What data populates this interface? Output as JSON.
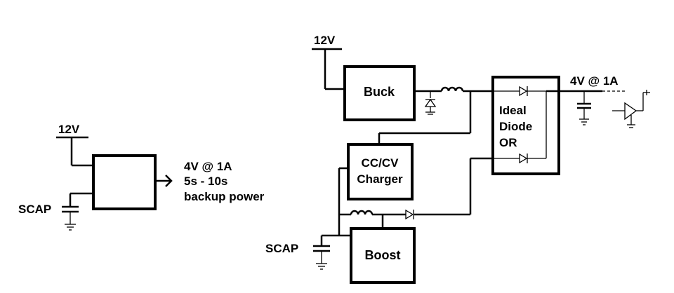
{
  "left": {
    "input_label": "12V",
    "cap_label": "SCAP",
    "output_lines": [
      "4V @ 1A",
      "5s - 10s",
      "backup power"
    ]
  },
  "right": {
    "input_label": "12V",
    "buck_label": "Buck",
    "charger_lines": [
      "CC/CV",
      "Charger"
    ],
    "boost_label": "Boost",
    "oring_lines": [
      "Ideal",
      "Diode",
      "OR"
    ],
    "output_label": "4V @ 1A",
    "cap_label": "SCAP"
  }
}
